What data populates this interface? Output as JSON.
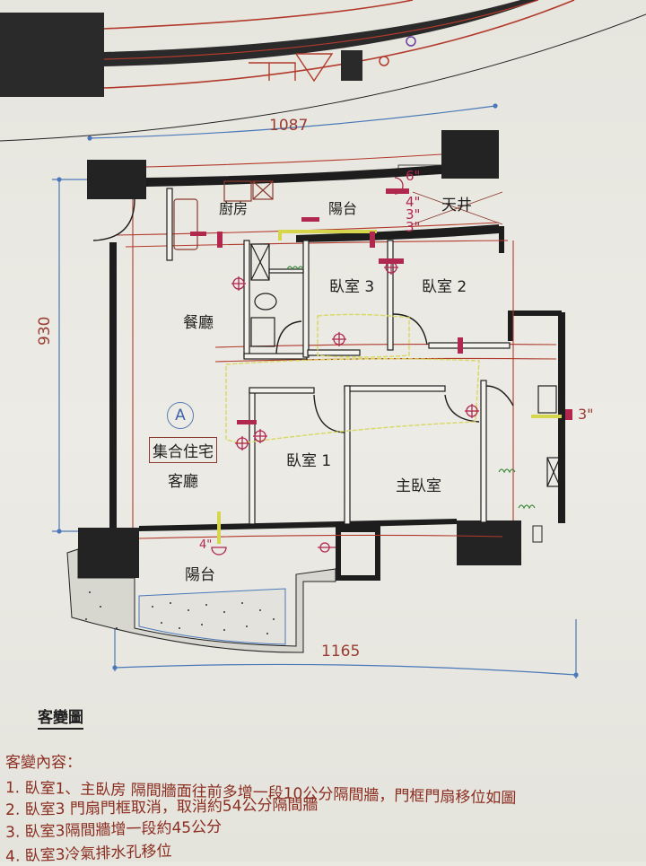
{
  "document": {
    "type": "floor-plan-photo",
    "dimensions": {
      "top_width": "1087",
      "bottom_width": "1165",
      "left_height": "930"
    },
    "rooms": {
      "kitchen": "廚房",
      "balcony_top": "陽台",
      "lightwell": "天井",
      "bedroom3": "臥室 3",
      "bedroom2": "臥室 2",
      "dining": "餐廳",
      "bedroom1": "臥室 1",
      "master_bedroom": "主臥室",
      "living": "客廳",
      "balcony_bottom": "陽台"
    },
    "unit_marker": "A",
    "unit_label": "集合住宅",
    "pipe_labels": {
      "p6": "6\"",
      "p4_top": "4\"",
      "p3_top_a": "3\"",
      "p3_top_b": "3\"",
      "p3_right": "3\"",
      "p4_bottom": "4\""
    }
  },
  "notes": {
    "title": "客變圖",
    "heading": "客變內容：",
    "items": [
      "1. 臥室1、主臥房 隔間牆面往前多增一段10公分隔間牆，門框門扇移位如圖",
      "2. 臥室3 門扇門框取消，取消約54公分隔間牆",
      "3. 臥室3隔間牆增一段約45公分",
      "4. 臥室3冷氣排水孔移位"
    ]
  },
  "colors": {
    "wall": "#1f1f1f",
    "red_line": "#b23a2c",
    "dimension_blue": "#4a78b8",
    "pipe_magenta": "#b0284e",
    "yellow_cloud": "#d8d860",
    "note_text": "#8b2d20"
  }
}
